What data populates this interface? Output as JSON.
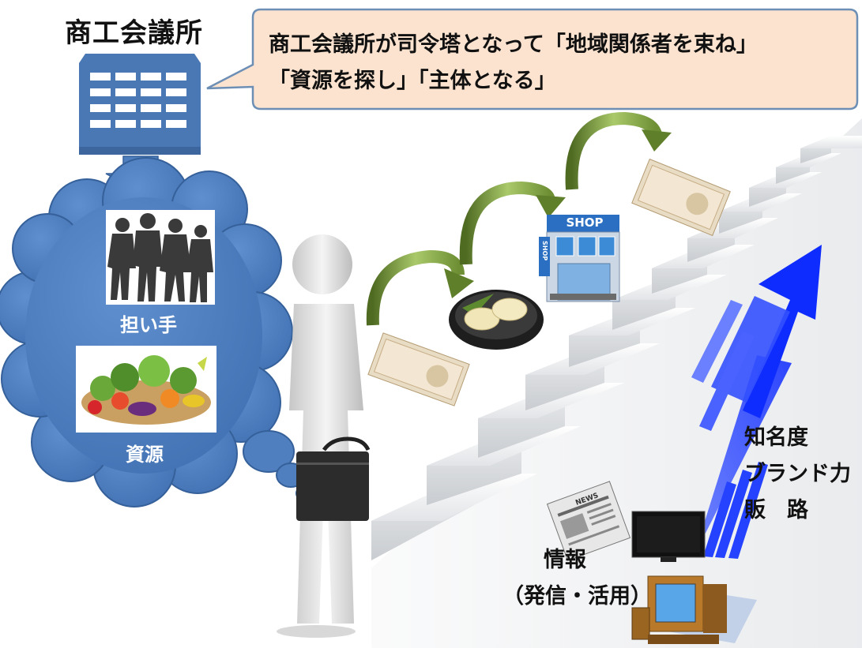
{
  "title": "商工会議所",
  "speech_bubble": {
    "line1": "商工会議所が司令塔となって「地域関係者を束ね」",
    "line2": "「資源を探し」「主体となる」"
  },
  "cloud": {
    "people_label": "担い手",
    "resources_label": "資源"
  },
  "shop_sign": "SHOP",
  "shop_side_sign": "SHOP",
  "newspaper_text": "NEWS",
  "outcomes": {
    "line1": "知名度",
    "line2": "ブランド力",
    "line3": "販　路"
  },
  "info": {
    "line1": "情報",
    "line2": "（発信・活用）"
  },
  "colors": {
    "building_blue": "#4a78b4",
    "cloud_blue": "#4f7fbf",
    "bubble_fill": "#fbe3cf",
    "bubble_border": "#6d8fb6",
    "arrow_blue": "#1a3cff",
    "curved_arrow_green": "#7da33f"
  }
}
